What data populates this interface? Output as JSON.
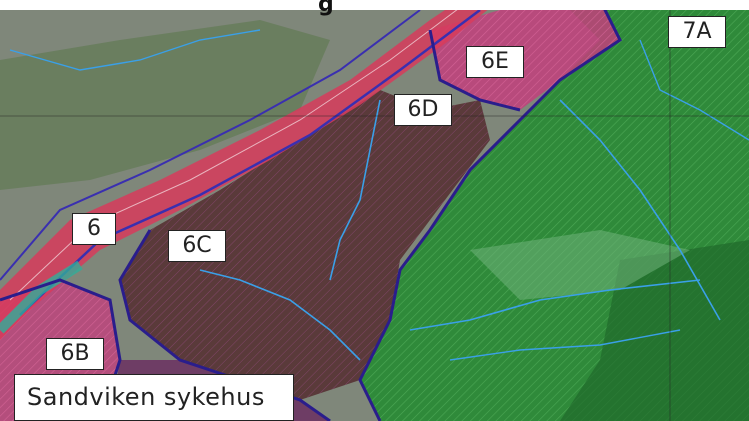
{
  "map": {
    "header_text": "g",
    "zones": [
      {
        "id": "6",
        "label": "6"
      },
      {
        "id": "6B",
        "label": "6B"
      },
      {
        "id": "6C",
        "label": "6C"
      },
      {
        "id": "6D",
        "label": "6D"
      },
      {
        "id": "6E",
        "label": "6E"
      },
      {
        "id": "7A",
        "label": "7A"
      }
    ],
    "place_label": "Sandviken sykehus",
    "colors": {
      "watershed_pink": "#c2407d",
      "watershed_border": "#2a1d8c",
      "forest_green": "#2f8a3a",
      "forest_dark": "#1f6a2b",
      "stream_blue": "#3aa0e8",
      "road_red": "#d73b5c",
      "urban_grey": "#8a8f86",
      "brown_forest": "#5a3a3a"
    }
  }
}
